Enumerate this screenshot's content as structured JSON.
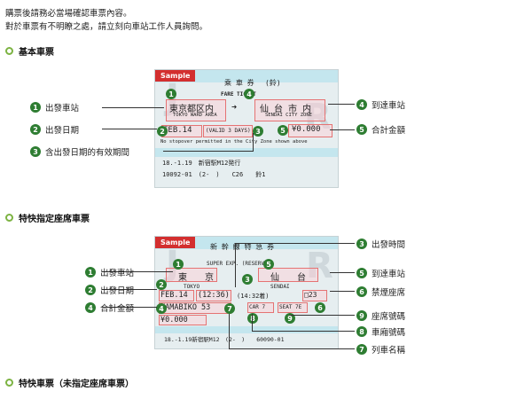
{
  "intro": [
    "購票後請務必當場確認車票內容。",
    "對於車票有不明瞭之處，請立刻向車站工作人員詢問。"
  ],
  "sections": {
    "basic": "基本車票",
    "express": "特快指定座席車票",
    "unreserved": "特快車票（未指定座席車票）"
  },
  "sample_label": "Sample",
  "ticket1": {
    "title": "乘 車 券",
    "code": "(鈴)",
    "fare_ticket": "FARE TICKET",
    "from": "東京都区内",
    "from_en": "TOKYO WARD AREA",
    "arrow": "➜",
    "to": "仙 台 市 内",
    "to_en": "SENDAI CITY ZONE",
    "date": "FEB.14",
    "validity": "(VALID 3 DAYS)",
    "fare": "¥0.000",
    "note": "No stopover permitted in the City Zone shown above",
    "issue": "18.-1.19　新宿駅M12発行",
    "serial": "10092-01　(2-　)　　C26　　鈴1",
    "labels": {
      "1": "出發車站",
      "2": "出發日期",
      "3": "含出發日期的有效期間",
      "4": "到達車站",
      "5": "合計金額"
    }
  },
  "ticket2": {
    "title": "新 幹 線 特 急 券",
    "sub": "SUPER EXP. (RESERVED)",
    "from": "東　　京",
    "from_en": "TOKYO",
    "to": "仙　　台",
    "to_en": "SENDAI",
    "date": "FEB.14",
    "dep": "(12:36)",
    "arr": "(14:32着)",
    "train": "YAMABIKO 53",
    "car": "CAR 7",
    "seat": "SEAT 7E",
    "fare": "¥0.000",
    "smoke": "□23",
    "issue": "18.-1.19新宿駅M12　(2-　)　　60090-01",
    "labels": {
      "1": "出發車站",
      "2": "出發日期",
      "3": "出發時間",
      "4": "合計金額",
      "5": "到達車站",
      "6": "禁煙座席",
      "7": "列車名稱",
      "8": "車廂號碼",
      "9": "座席號碼"
    }
  }
}
